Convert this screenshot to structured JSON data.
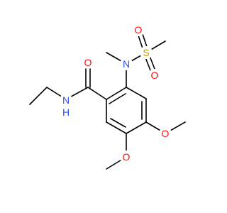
{
  "colors": {
    "carbon": "#000000",
    "oxygen": "#ff0d0d",
    "nitrogen": "#3050f8",
    "sulfur": "#c8a000",
    "background": "#ffffff"
  },
  "molecule": {
    "atoms": [
      {
        "id": "O_amide",
        "element": "O",
        "label": "O"
      },
      {
        "id": "N_amide",
        "element": "N",
        "label": "N"
      },
      {
        "id": "H_amide",
        "element": "H",
        "label": "H"
      },
      {
        "id": "N_sulfonamide",
        "element": "N",
        "label": "N"
      },
      {
        "id": "S",
        "element": "S",
        "label": "S"
      },
      {
        "id": "O_s1",
        "element": "O",
        "label": "O"
      },
      {
        "id": "O_s2",
        "element": "O",
        "label": "O"
      },
      {
        "id": "O_ome4",
        "element": "O",
        "label": "O"
      },
      {
        "id": "O_ome5",
        "element": "O",
        "label": "O"
      }
    ]
  }
}
